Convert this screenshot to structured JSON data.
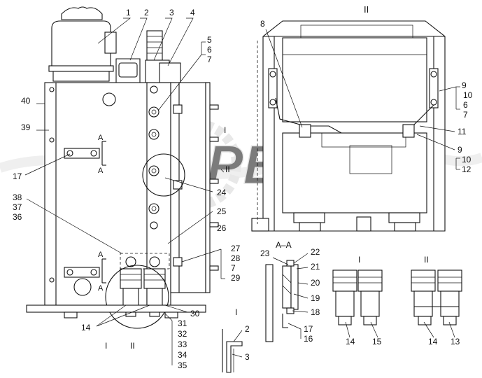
{
  "view_labels": {
    "view_two": "II",
    "section_aa": "A–A",
    "detail_one": "I",
    "detail_two": "II",
    "detail_one_lower": "I",
    "detail_two_lower": "II",
    "detail_one_small": "I",
    "section_arrow": "A"
  },
  "watermark": "OPEX",
  "callouts": {
    "main": [
      "1",
      "2",
      "3",
      "4",
      "5",
      "6",
      "7",
      "40",
      "39",
      "17",
      "38",
      "37",
      "36",
      "24",
      "25",
      "26",
      "27",
      "28",
      "7",
      "29",
      "30",
      "31",
      "32",
      "33",
      "34",
      "35",
      "14",
      "I",
      "II"
    ],
    "right_view": [
      "8",
      "9",
      "10",
      "6",
      "7",
      "11",
      "9",
      "10",
      "12"
    ],
    "section": [
      "23",
      "22",
      "21",
      "20",
      "19",
      "18",
      "17",
      "16"
    ],
    "detail_small": [
      "2",
      "3"
    ],
    "detail_i": [
      "14",
      "15"
    ],
    "detail_ii": [
      "14",
      "13"
    ]
  },
  "colors": {
    "ink": "#111111",
    "background": "#ffffff",
    "watermark": "#d9d9d9"
  }
}
